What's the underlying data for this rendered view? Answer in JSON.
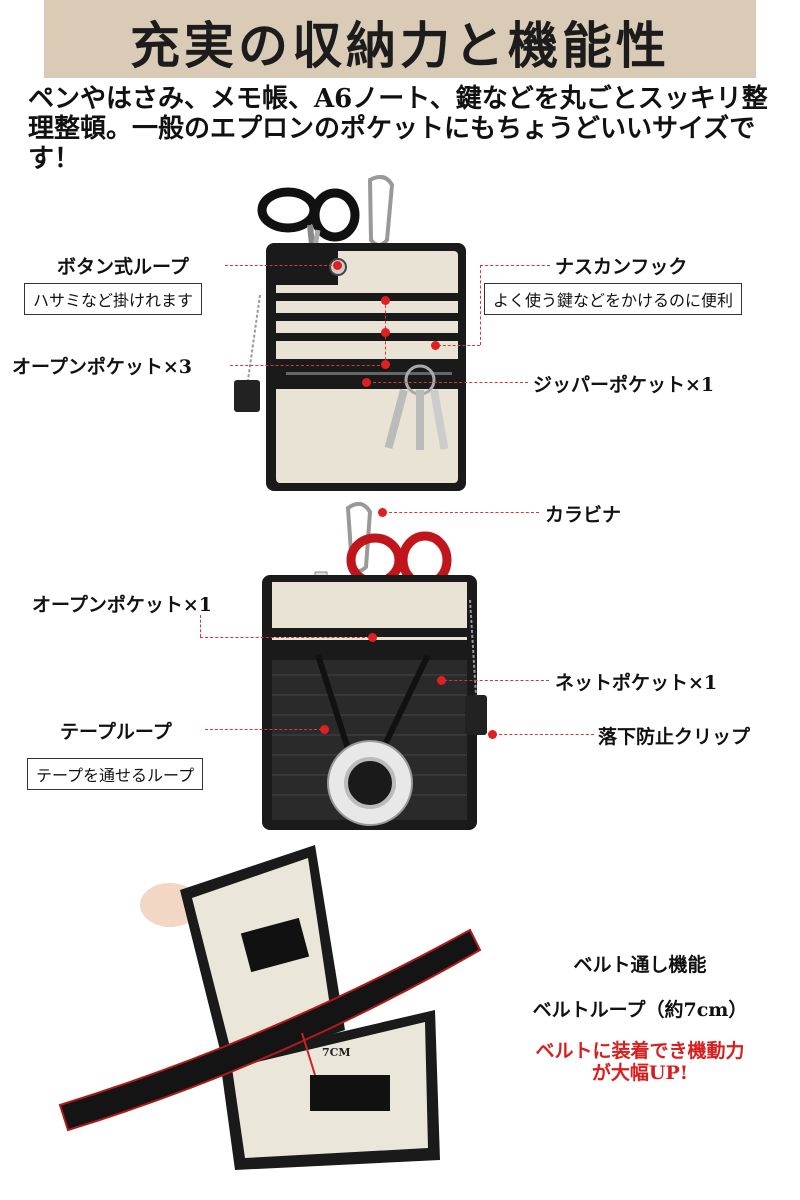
{
  "title": "充実の収納力と機能性",
  "intro": "ペンやはさみ、メモ帳、A6ノート、鍵などを丸ごとスッキリ整理整頓。一般のエプロンのポケットにもちょうどいいサイズです！",
  "top_pouch": {
    "button_loop": {
      "label": "ボタン式ループ",
      "note": "ハサミなど掛けれます"
    },
    "nascan_hook": {
      "label": "ナスカンフック",
      "note": "よく使う鍵などをかけるのに便利"
    },
    "open_pocket": {
      "label": "オープンポケット×3"
    },
    "zipper_pocket": {
      "label": "ジッパーポケット×1"
    }
  },
  "middle_pouch": {
    "carabiner": {
      "label": "カラビナ"
    },
    "open_pocket": {
      "label": "オープンポケット×1"
    },
    "net_pocket": {
      "label": "ネットポケット×1"
    },
    "tape_loop": {
      "label": "テープループ",
      "note": "テープを通せるループ"
    },
    "fall_clip": {
      "label": "落下防止クリップ"
    }
  },
  "belt": {
    "feature": "ベルト通し機能",
    "loop": "ベルトループ（約7cm）",
    "highlight_line1": "ベルトに装着でき機動力",
    "highlight_line2": "が大幅UP!",
    "measure": "7CM"
  },
  "colors": {
    "accent_red": "#d81e1e",
    "title_band": "#d9cbb6",
    "pouch_beige": "#e9e3d6",
    "pouch_black": "#1a1a1a"
  }
}
